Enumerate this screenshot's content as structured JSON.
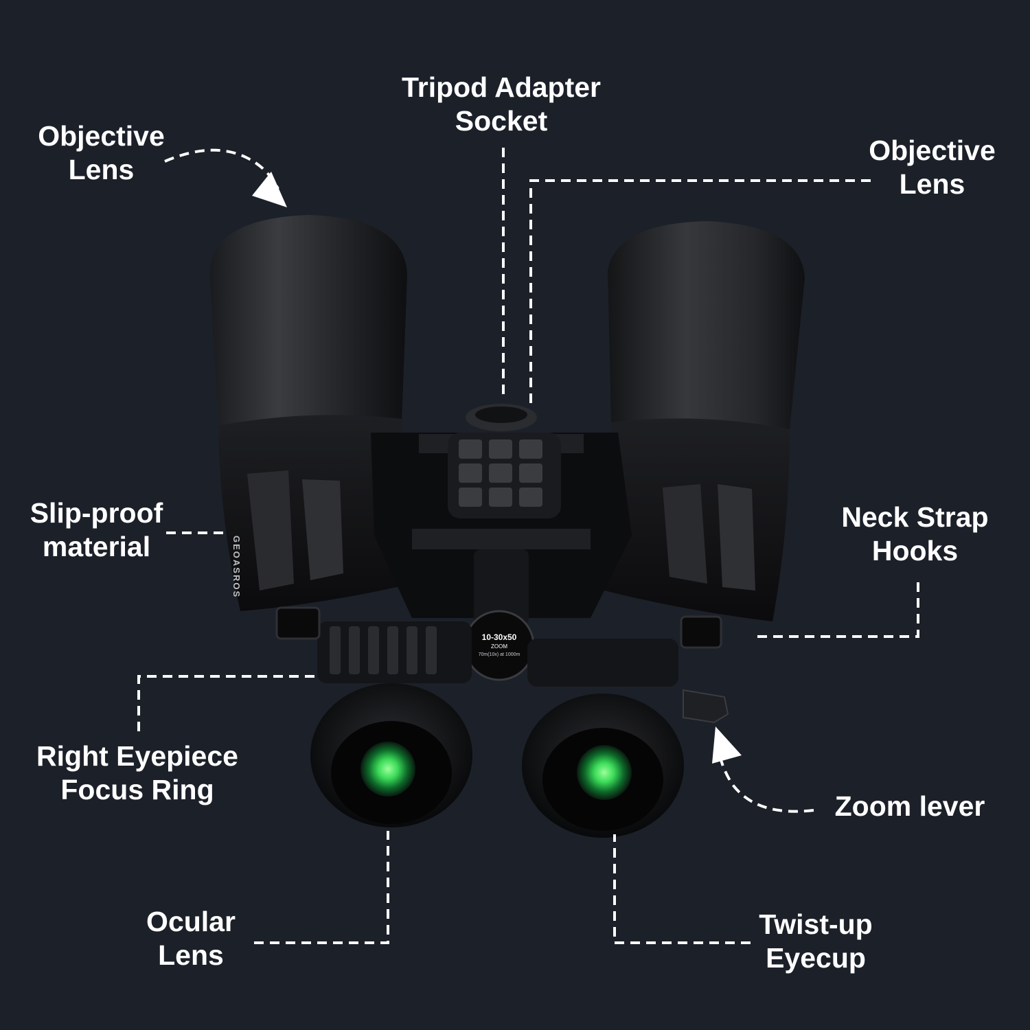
{
  "diagram": {
    "labels": {
      "objective_lens_left": {
        "line1": "Objective",
        "line2": "Lens"
      },
      "tripod_adapter": {
        "line1": "Tripod Adapter",
        "line2": "Socket"
      },
      "objective_lens_right": {
        "line1": "Objective",
        "line2": "Lens"
      },
      "slip_proof": {
        "line1": "Slip-proof",
        "line2": "material"
      },
      "neck_strap": {
        "line1": "Neck Strap",
        "line2": "Hooks"
      },
      "right_eyepiece": {
        "line1": "Right Eyepiece",
        "line2": "Focus Ring"
      },
      "zoom_lever": {
        "line1": "Zoom lever"
      },
      "ocular_lens": {
        "line1": "Ocular",
        "line2": "Lens"
      },
      "twist_up_eyecup": {
        "line1": "Twist-up",
        "line2": "Eyecup"
      }
    },
    "product_markings": {
      "brand": "GEOASROS",
      "model": "10-30x50",
      "zoom": "ZOOM",
      "field": "70m(10x) at 1000m"
    },
    "colors": {
      "background": "#1c2029",
      "body": "#111214",
      "body_highlight": "#2e3034",
      "lens_glow": "#3ddc5a",
      "leader_line": "#ffffff"
    }
  }
}
